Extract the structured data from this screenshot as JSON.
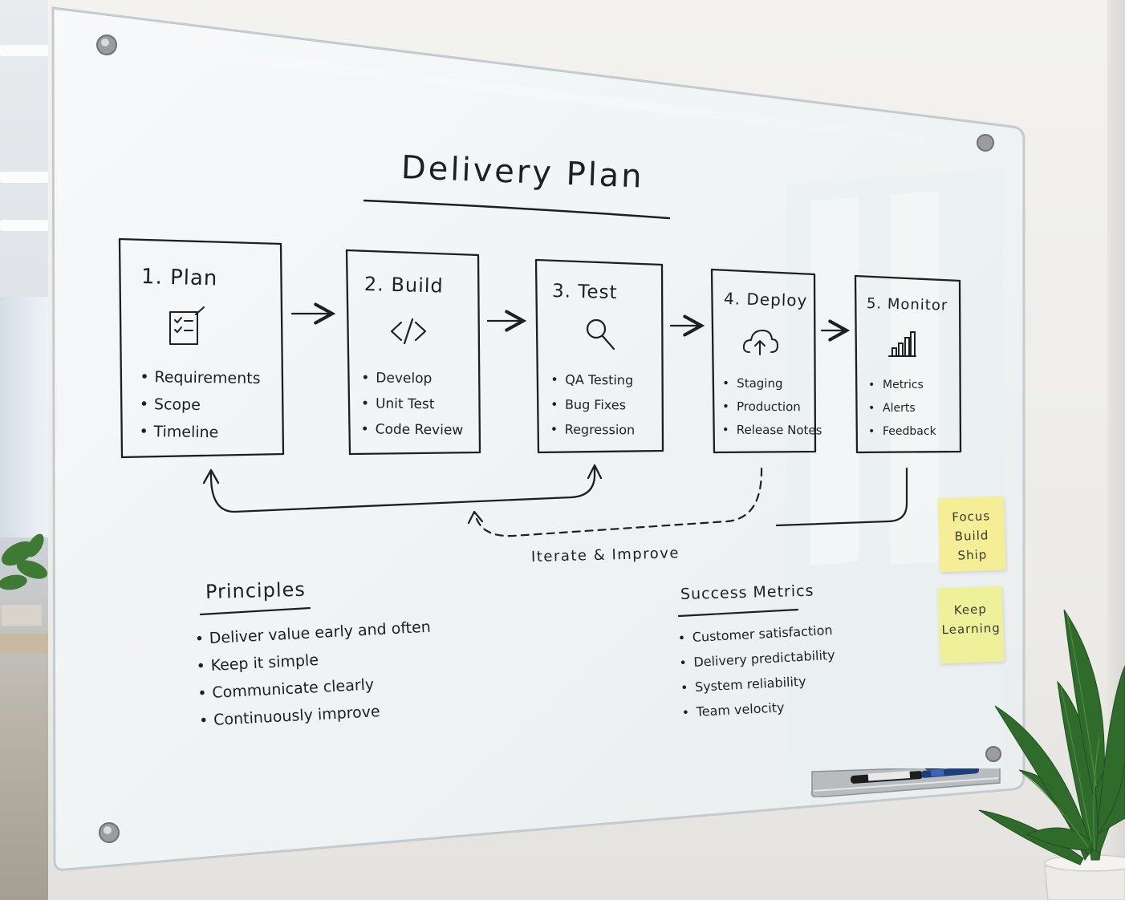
{
  "board": {
    "title": "Delivery Plan",
    "steps": [
      {
        "title": "1. Plan",
        "icon": "checklist-icon",
        "items": [
          "Requirements",
          "Scope",
          "Timeline"
        ]
      },
      {
        "title": "2. Build",
        "icon": "code-icon",
        "items": [
          "Develop",
          "Unit Test",
          "Code Review"
        ]
      },
      {
        "title": "3. Test",
        "icon": "magnifier-icon",
        "items": [
          "QA Testing",
          "Bug Fixes",
          "Regression"
        ]
      },
      {
        "title": "4. Deploy",
        "icon": "cloud-upload-icon",
        "items": [
          "Staging",
          "Production",
          "Release Notes"
        ]
      },
      {
        "title": "5. Monitor",
        "icon": "bar-chart-icon",
        "items": [
          "Metrics",
          "Alerts",
          "Feedback"
        ]
      }
    ],
    "loop_label": "Iterate & Improve",
    "principles": {
      "title": "Principles",
      "items": [
        "Deliver value early and often",
        "Keep it simple",
        "Communicate clearly",
        "Continuously improve"
      ]
    },
    "success_metrics": {
      "title": "Success Metrics",
      "items": [
        "Customer satisfaction",
        "Delivery predictability",
        "System reliability",
        "Team velocity"
      ]
    }
  },
  "sticky_notes": [
    {
      "lines": [
        "Focus",
        "Build",
        "Ship"
      ],
      "color": "#f4ee98"
    },
    {
      "lines": [
        "Keep",
        "Learning"
      ],
      "color": "#eef09a"
    }
  ],
  "colors": {
    "ink": "#1e1f22",
    "glass_edge": "#c4cbcf",
    "wall": "#f0efec",
    "sticky": "#f5ee96",
    "plant": "#2f6b2a"
  }
}
